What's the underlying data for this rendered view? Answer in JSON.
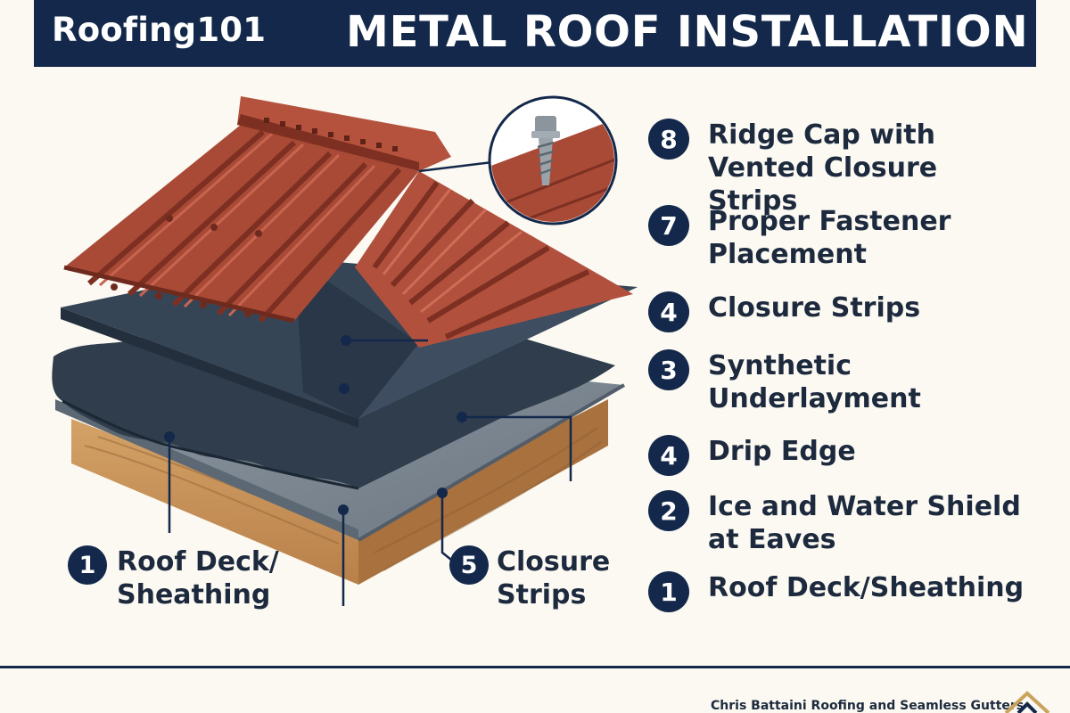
{
  "header": {
    "brand": "Roofing101",
    "title": "METAL ROOF INSTALLATION"
  },
  "legend": [
    {
      "number": "8",
      "label": "Ridge Cap with Vented Closure Strips"
    },
    {
      "number": "7",
      "label": "Proper Fastener Placement"
    },
    {
      "number": "4",
      "label": "Closure Strips"
    },
    {
      "number": "3",
      "label": "Synthetic Underlayment"
    },
    {
      "number": "4",
      "label": "Drip Edge"
    },
    {
      "number": "2",
      "label": "Ice and Water Shield at Eaves"
    },
    {
      "number": "1",
      "label": "Roof Deck/Sheathing"
    }
  ],
  "callouts": {
    "deck": {
      "number": "1",
      "line1": "Roof Deck/",
      "line2": "Sheathing"
    },
    "closure": {
      "number": "5",
      "line1": "Closure",
      "line2": "Strips"
    }
  },
  "footer": {
    "company": "Chris Battaini Roofing and Seamless Gutters"
  },
  "colors": {
    "navy": "#13284a",
    "metal_red": "#a94a37",
    "underlayment": "#2f3d4d",
    "water_shield": "#7e8994",
    "wood": "#c79358",
    "background": "#fbf9f2"
  }
}
